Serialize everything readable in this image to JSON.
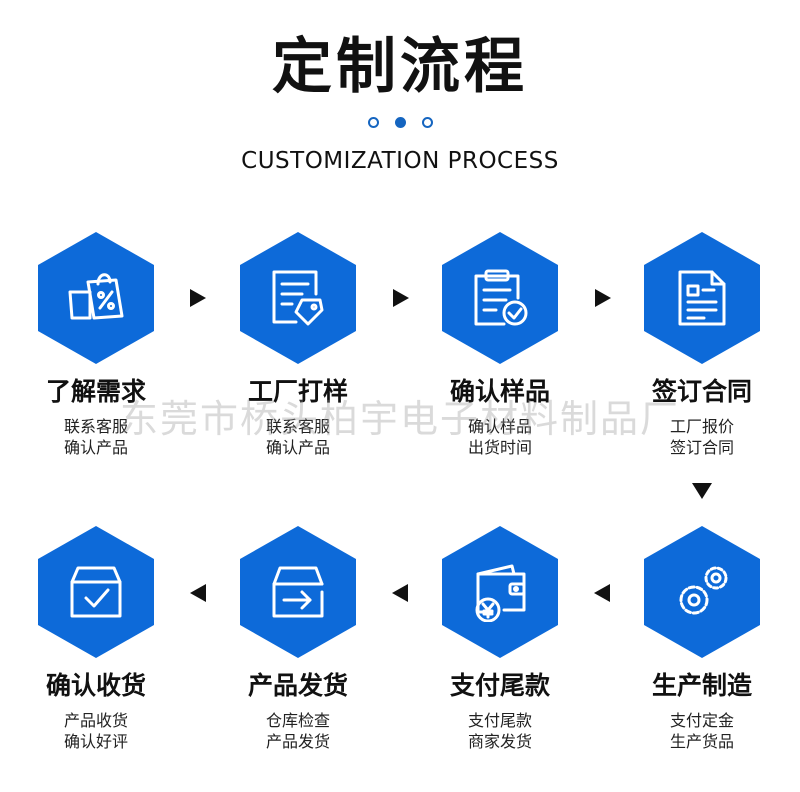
{
  "header": {
    "title": "定制流程",
    "subtitle": "CUSTOMIZATION PROCESS"
  },
  "colors": {
    "accent": "#0d6ad9",
    "text": "#111111"
  },
  "steps": [
    {
      "icon": "shopping-bag-icon",
      "title": "了解需求",
      "line1": "联系客服",
      "line2": "确认产品"
    },
    {
      "icon": "document-tag-icon",
      "title": "工厂打样",
      "line1": "联系客服",
      "line2": "确认产品"
    },
    {
      "icon": "clipboard-check-icon",
      "title": "确认样品",
      "line1": "确认样品",
      "line2": "出货时间"
    },
    {
      "icon": "contract-document-icon",
      "title": "签订合同",
      "line1": "工厂报价",
      "line2": "签订合同"
    },
    {
      "icon": "gears-icon",
      "title": "生产制造",
      "line1": "支付定金",
      "line2": "生产货品"
    },
    {
      "icon": "wallet-yen-icon",
      "title": "支付尾款",
      "line1": "支付尾款",
      "line2": "商家发货"
    },
    {
      "icon": "box-arrow-icon",
      "title": "产品发货",
      "line1": "仓库检查",
      "line2": "产品发货"
    },
    {
      "icon": "box-check-icon",
      "title": "确认收货",
      "line1": "产品收货",
      "line2": "确认好评"
    }
  ],
  "watermark": "东莞市桥头柏宇电子材料制品厂"
}
